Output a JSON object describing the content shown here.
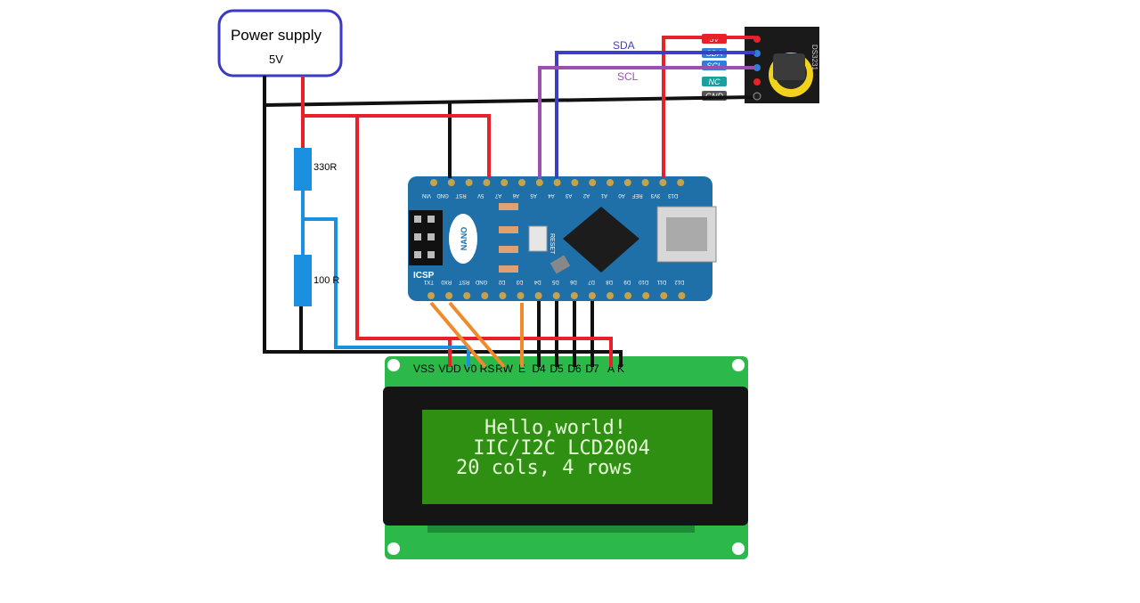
{
  "power_supply": {
    "title": "Power supply",
    "voltage": "5V"
  },
  "resistors": {
    "r1": "330R",
    "r2": "100 R"
  },
  "bus_labels": {
    "sda": "SDA",
    "scl": "SCL"
  },
  "rtc_module": {
    "pins": [
      "5V",
      "SDA",
      "SCL",
      "NC",
      "GND"
    ],
    "pin_colors": [
      "#e8202a",
      "#2f7fd8",
      "#2f7fd8",
      "#1aa0a0",
      "#555555"
    ]
  },
  "arduino": {
    "brand": "NANO",
    "icsp": "ICSP",
    "reset": "RESET",
    "top_pins": [
      "VIN",
      "GND",
      "RST",
      "5V",
      "A7",
      "A6",
      "A5",
      "A4",
      "A3",
      "A2",
      "A1",
      "A0",
      "REF",
      "3V3",
      "D13"
    ],
    "bottom_pins": [
      "TX1",
      "RX0",
      "RST",
      "GND",
      "D2",
      "D3",
      "D4",
      "D5",
      "D6",
      "D7",
      "D8",
      "D9",
      "D10",
      "D11",
      "D12"
    ]
  },
  "lcd": {
    "pin_labels": [
      "VSS",
      "VDD",
      "V0",
      "RS",
      "RW",
      "E",
      "D4",
      "D5",
      "D6",
      "D7",
      "A",
      "K"
    ],
    "lines": [
      "Hello,world!",
      " IIC/I2C LCD2004",
      "20 cols, 4 rows"
    ]
  },
  "colors": {
    "power": "#e8202a",
    "ground": "#111111",
    "sda": "#3b3fc4",
    "scl": "#9b4fb0",
    "divider": "#1b8fe0",
    "control": "#f08a2a",
    "box_border": "#3a3ac8"
  }
}
